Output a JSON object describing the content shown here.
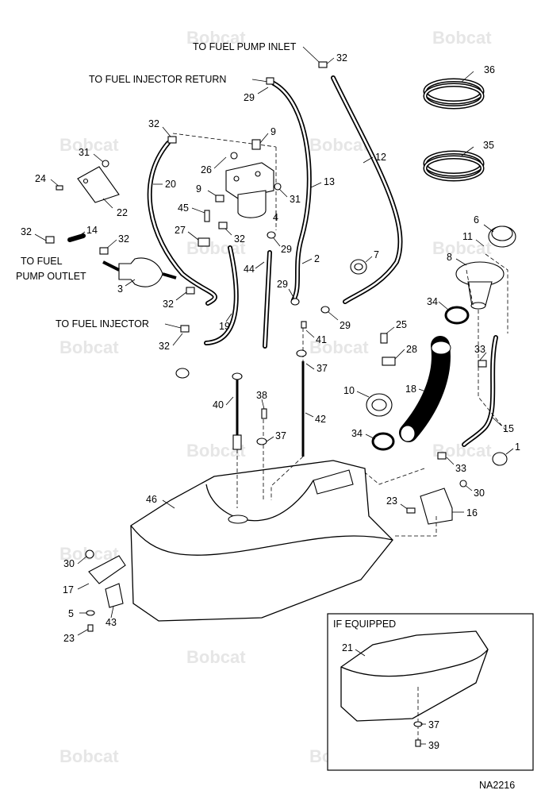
{
  "watermark": "Bobcat",
  "diagram_id": "NA2216",
  "inset_title": "IF EQUIPPED",
  "captions": {
    "fuel_pump_inlet": "TO FUEL PUMP INLET",
    "fuel_injector_return": "TO FUEL INJECTOR RETURN",
    "fuel_pump_outlet_1": "TO FUEL",
    "fuel_pump_outlet_2": "PUMP OUTLET",
    "fuel_injector": "TO FUEL INJECTOR"
  },
  "callouts": [
    {
      "n": "32"
    },
    {
      "n": "36"
    },
    {
      "n": "29"
    },
    {
      "n": "9"
    },
    {
      "n": "32"
    },
    {
      "n": "12"
    },
    {
      "n": "35"
    },
    {
      "n": "31"
    },
    {
      "n": "26"
    },
    {
      "n": "24"
    },
    {
      "n": "20"
    },
    {
      "n": "13"
    },
    {
      "n": "9"
    },
    {
      "n": "31"
    },
    {
      "n": "22"
    },
    {
      "n": "45"
    },
    {
      "n": "4"
    },
    {
      "n": "6"
    },
    {
      "n": "27"
    },
    {
      "n": "32"
    },
    {
      "n": "14"
    },
    {
      "n": "32"
    },
    {
      "n": "32"
    },
    {
      "n": "29"
    },
    {
      "n": "11"
    },
    {
      "n": "2"
    },
    {
      "n": "7"
    },
    {
      "n": "8"
    },
    {
      "n": "44"
    },
    {
      "n": "3"
    },
    {
      "n": "29"
    },
    {
      "n": "32"
    },
    {
      "n": "34"
    },
    {
      "n": "29"
    },
    {
      "n": "25"
    },
    {
      "n": "19"
    },
    {
      "n": "41"
    },
    {
      "n": "32"
    },
    {
      "n": "28"
    },
    {
      "n": "33"
    },
    {
      "n": "37"
    },
    {
      "n": "10"
    },
    {
      "n": "18"
    },
    {
      "n": "38"
    },
    {
      "n": "40"
    },
    {
      "n": "42"
    },
    {
      "n": "15"
    },
    {
      "n": "34"
    },
    {
      "n": "37"
    },
    {
      "n": "1"
    },
    {
      "n": "33"
    },
    {
      "n": "30"
    },
    {
      "n": "46"
    },
    {
      "n": "23"
    },
    {
      "n": "16"
    },
    {
      "n": "30"
    },
    {
      "n": "17"
    },
    {
      "n": "5"
    },
    {
      "n": "43"
    },
    {
      "n": "23"
    },
    {
      "n": "21"
    },
    {
      "n": "37"
    },
    {
      "n": "39"
    }
  ]
}
